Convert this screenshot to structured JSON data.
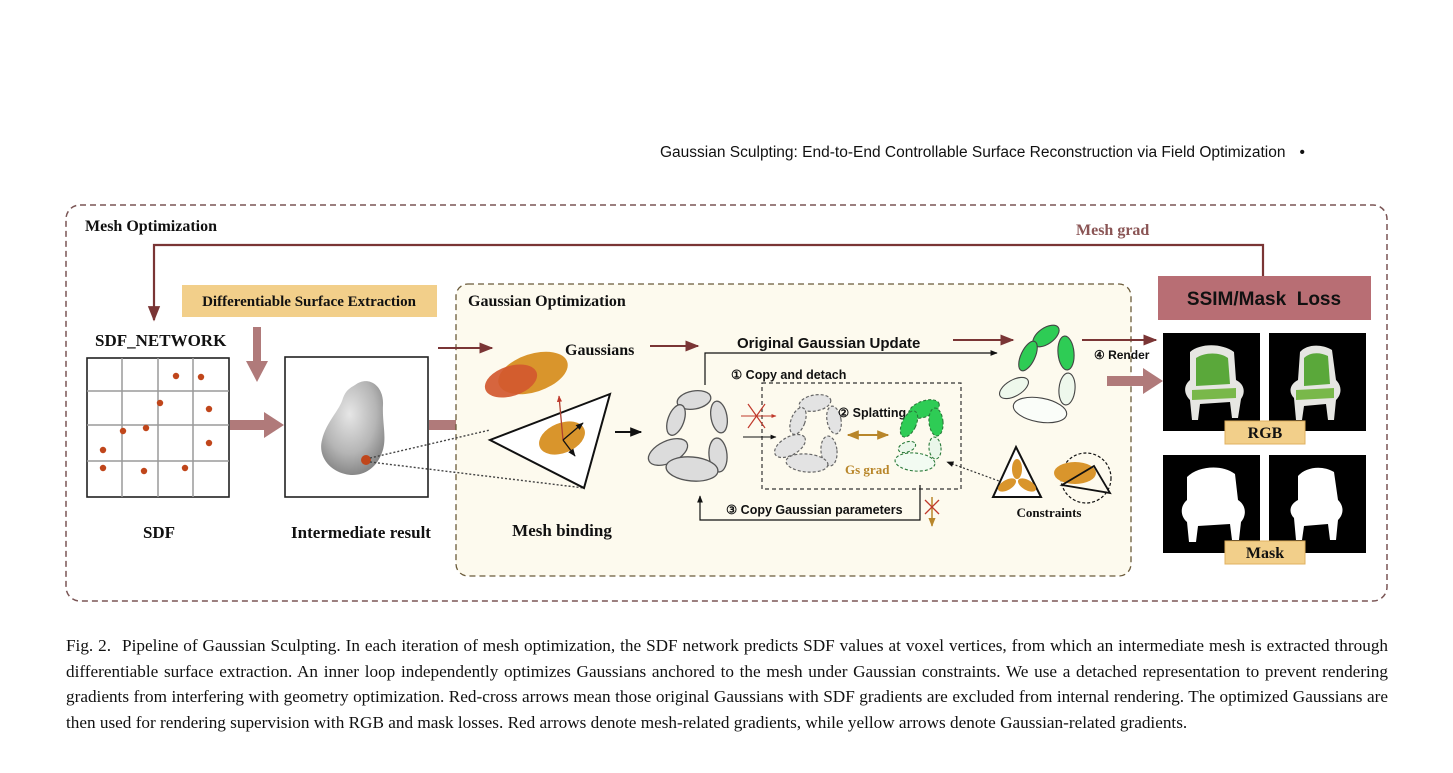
{
  "header": {
    "running_title": "Gaussian Sculpting: End-to-End Controllable Surface Reconstruction via Field Optimization",
    "bullet": "•"
  },
  "figure": {
    "mesh_optimization_label": "Mesh Optimization",
    "mesh_grad_label": "Mesh grad",
    "dse_label": "Differentiable Surface Extraction",
    "sdf_network_label": "SDF_NETWORK",
    "sdf_label": "SDF",
    "intermediate_label": "Intermediate result",
    "gaussian_optimization_label": "Gaussian Optimization",
    "gaussians_label": "Gaussians",
    "mesh_binding_label": "Mesh binding",
    "original_update_label": "Original Gaussian Update",
    "copy_detach_label": "① Copy and detach",
    "splatting_label": "② Splatting",
    "gs_grad_label": "Gs grad",
    "copy_params_label": "③ Copy Gaussian parameters",
    "render_label": "④ Render",
    "constraints_label": "Constraints",
    "loss_label": "SSIM/Mask  Loss",
    "rgb_label": "RGB",
    "mask_label": "Mask",
    "colors": {
      "mesh_arrow": "#b07a7a",
      "dark_red": "#7a3535",
      "gaussian_gold": "#d9952c",
      "loss_box": "#b86e74",
      "label_box": "#f2cf8a",
      "inner_bg": "#fdfaee"
    }
  },
  "caption": {
    "fig_label": "Fig. 2.",
    "text": "Pipeline of Gaussian Sculpting. In each iteration of mesh optimization, the SDF network predicts SDF values at voxel vertices, from which an intermediate mesh is extracted through differentiable surface extraction. An inner loop independently optimizes Gaussians anchored to the mesh under Gaussian constraints. We use a detached representation to prevent rendering gradients from interfering with geometry optimization. Red-cross arrows mean those original Gaussians with SDF gradients are excluded from internal rendering. The optimized Gaussians are then used for rendering supervision with RGB and mask losses. Red arrows denote mesh-related gradients, while yellow arrows denote Gaussian-related gradients."
  }
}
